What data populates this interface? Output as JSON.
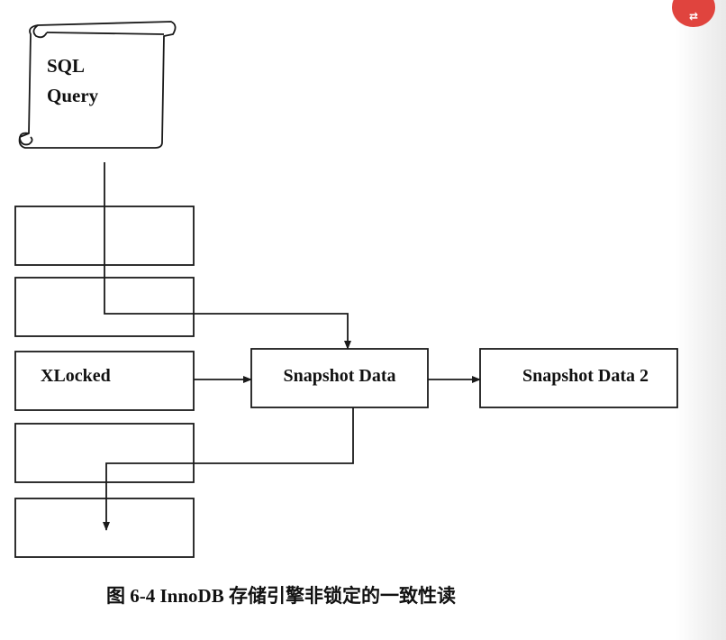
{
  "diagram": {
    "scroll": {
      "line1": "SQL",
      "line2": "Query"
    },
    "nodes": {
      "xlocked": "XLocked",
      "snapshot1": "Snapshot Data",
      "snapshot2": "Snapshot Data 2"
    },
    "caption": "图 6-4   InnoDB 存储引擎非锁定的一致性读"
  },
  "overlay": {
    "translate_icon": "translate-icon",
    "translate_glyph": "⇄",
    "accent": "#e0443e"
  }
}
